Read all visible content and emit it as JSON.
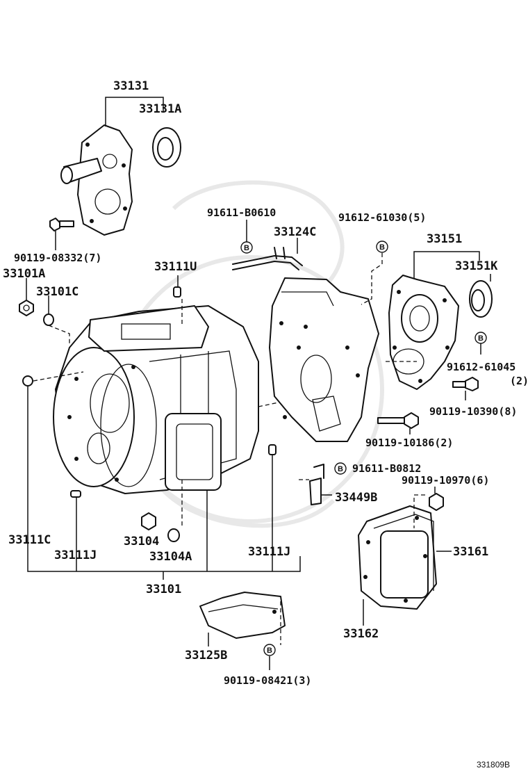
{
  "labels": {
    "p33131": "33131",
    "p33131A": "33131A",
    "p90119_08332": "90119-08332(7)",
    "p33101A": "33101A",
    "p33101C": "33101C",
    "p33111U": "33111U",
    "p91611_B0610": "91611-B0610",
    "p33124C": "33124C",
    "p91612_61030": "91612-61030(5)",
    "p33151": "33151",
    "p33151K": "33151K",
    "p91612_61045": "91612-61045",
    "p91612_61045_qty": "(2)",
    "p90119_10390": "90119-10390(8)",
    "p90119_10186": "90119-10186(2)",
    "p91611_B0812": "91611-B0812",
    "p90119_10970": "90119-10970(6)",
    "p33449B": "33449B",
    "p33161": "33161",
    "p33111C": "33111C",
    "p33104": "33104",
    "p33111J_left": "33111J",
    "p33104A": "33104A",
    "p33111J_right": "33111J",
    "p33101": "33101",
    "p33162": "33162",
    "p33125B": "33125B",
    "p90119_08421": "90119-08421(3)"
  },
  "b_marker": "B",
  "figure_code": "331809B"
}
